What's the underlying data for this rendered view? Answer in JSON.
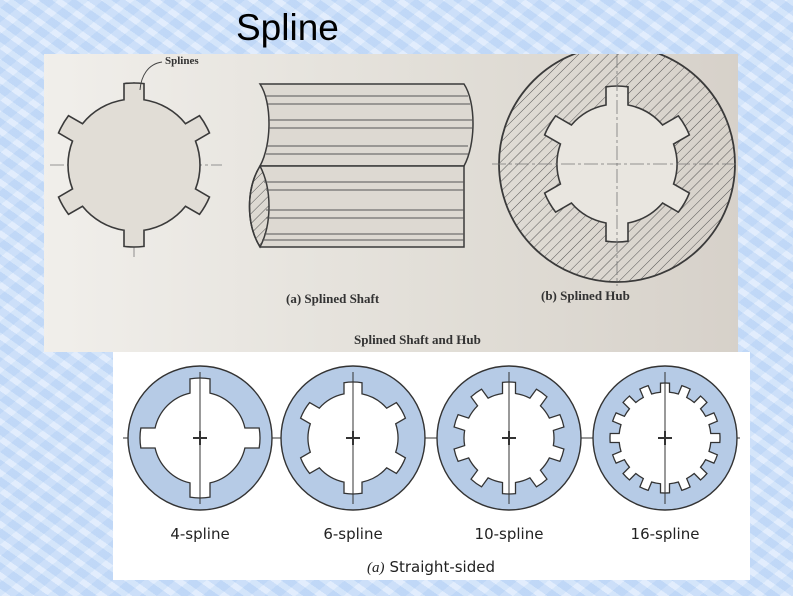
{
  "slide": {
    "title": "Spline"
  },
  "scan_figure": {
    "callout": "Splines",
    "caption_a": "(a) Splined Shaft",
    "caption_b": "(b) Splined Hub",
    "main_caption": "Splined Shaft and Hub"
  },
  "reference_figure": {
    "profiles": [
      {
        "label": "4-spline",
        "splines": 4
      },
      {
        "label": "6-spline",
        "splines": 6
      },
      {
        "label": "10-spline",
        "splines": 10
      },
      {
        "label": "16-spline",
        "splines": 16
      }
    ],
    "caption_prefix": "(a)",
    "caption_text": "Straight-sided"
  },
  "colors": {
    "hub_fill": "#b6cbe6",
    "outline": "#333333",
    "background": "#cfe2fb"
  }
}
